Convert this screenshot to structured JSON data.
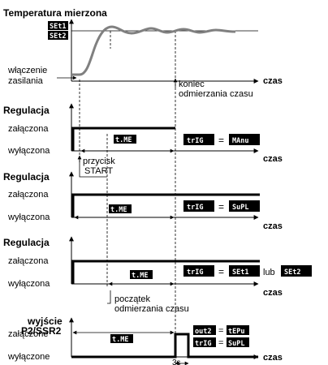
{
  "section1": {
    "title": "Temperatura mierzona",
    "lcd_set1": "SEt1",
    "lcd_set2": "SEt2",
    "power_on_1": "włączenie",
    "power_on_2": "zasilania",
    "end_timing_1": "koniec",
    "end_timing_2": "odmierzania czasu",
    "axis": "czas"
  },
  "section2": {
    "title": "Regulacja",
    "on_label": "załączona",
    "off_label": "wyłączona",
    "lcd_time": "t.ME",
    "lcd_trig": "trIG",
    "lcd_value": "MAnu",
    "button_1": "przycisk",
    "button_2": "START",
    "axis": "czas"
  },
  "section3": {
    "title": "Regulacja",
    "on_label": "załączona",
    "off_label": "wyłączona",
    "lcd_time": "t.ME",
    "lcd_trig": "trIG",
    "lcd_value": "SuPL",
    "axis": "czas"
  },
  "section4": {
    "title": "Regulacja",
    "on_label": "załączona",
    "off_label": "wyłączona",
    "lcd_time": "t.ME",
    "lcd_trig": "trIG",
    "lcd_value1": "SEt1",
    "lcd_value2": "SEt2",
    "or_text": "lub",
    "start_timing_1": "początek",
    "start_timing_2": "odmierzania czasu",
    "axis": "czas"
  },
  "section5": {
    "title_1": "wyjście",
    "title_2": "P2/SSR2",
    "on_label": "załączone",
    "off_label": "wyłączone",
    "lcd_time": "t.ME",
    "lcd_out2": "out2",
    "lcd_out2_value": "tEPu",
    "lcd_trig": "trIG",
    "lcd_trig_value": "SuPL",
    "delay": "3s",
    "axis": "czas"
  },
  "equals": "=",
  "colors": {
    "line": "#000000",
    "curve": "#808080",
    "lcd_bg": "#000000",
    "lcd_fg": "#ffffff"
  }
}
